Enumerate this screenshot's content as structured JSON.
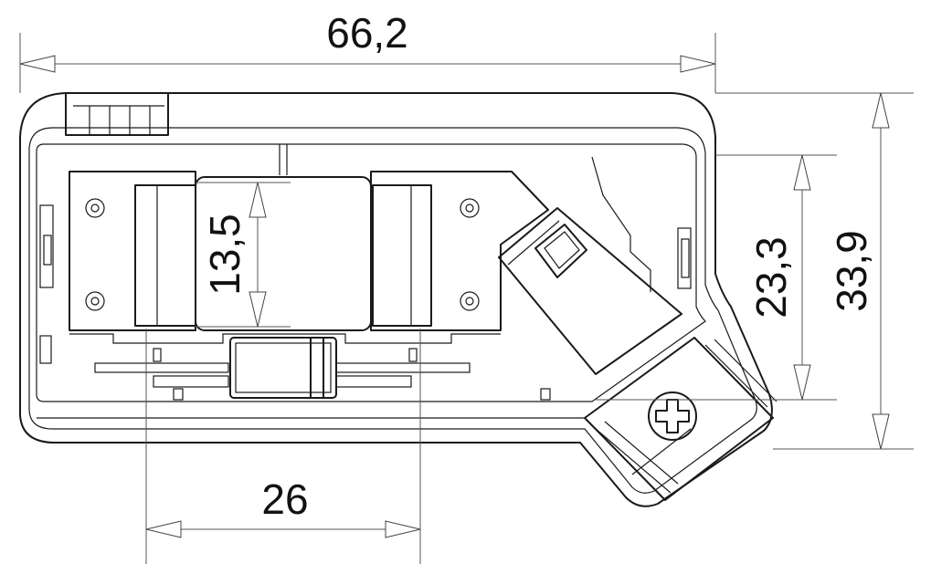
{
  "dimensions": {
    "overall_width": "66,2",
    "overall_height": "33,9",
    "inner_height": "23,3",
    "component_height": "13,5",
    "lead_spacing": "26"
  },
  "colors": {
    "stroke": "#1a1a1a",
    "dimension_line": "#555555",
    "background": "#ffffff"
  }
}
